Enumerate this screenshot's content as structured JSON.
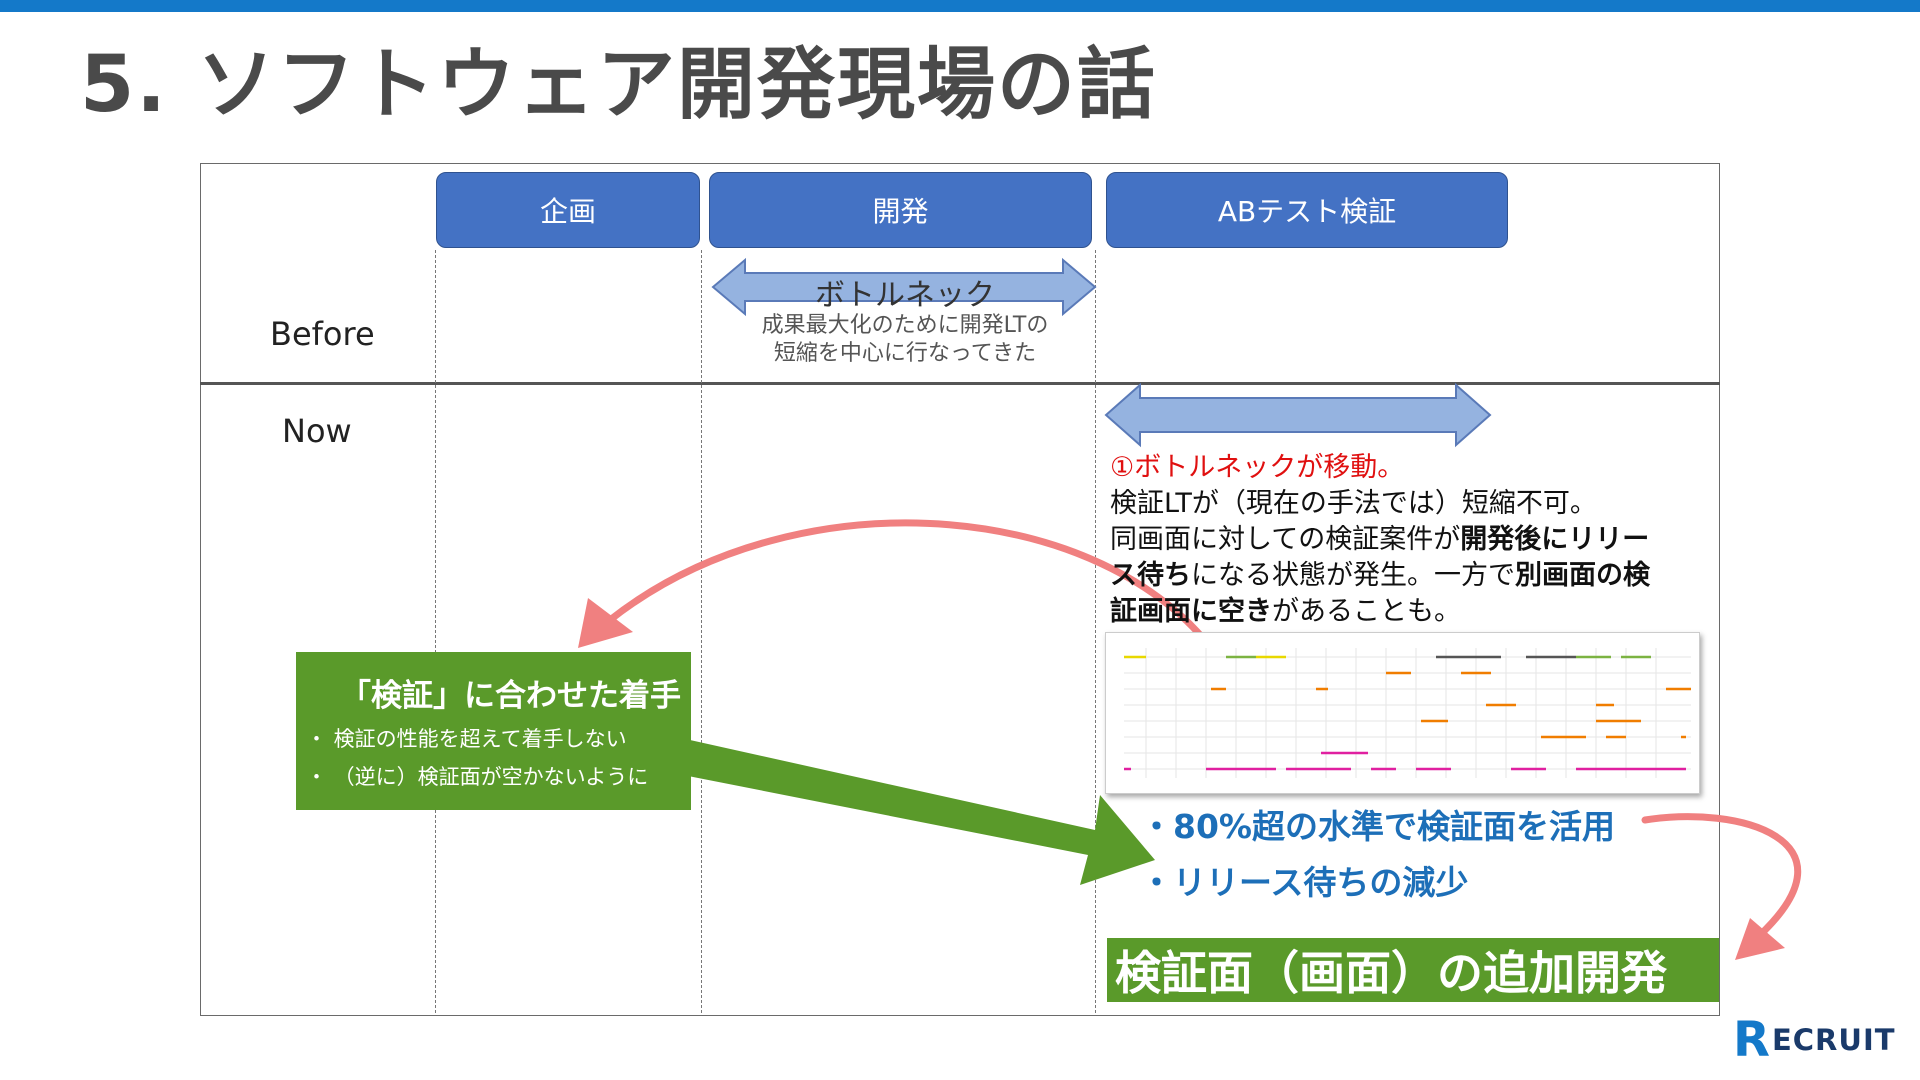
{
  "slide": {
    "title": "5. ソフトウェア開発現場の話"
  },
  "colors": {
    "accent_blue": "#1479c9",
    "phase_blue": "#4472c4",
    "arrow_blue": "#95b3e0",
    "green": "#5a9a2a",
    "red_text": "#e01010",
    "pink_arrow": "#f08080",
    "result_blue": "#1d6fb8"
  },
  "phases": [
    "企画",
    "開発",
    "ABテスト検証"
  ],
  "rows": {
    "before": "Before",
    "now": "Now"
  },
  "bottleneck_before": {
    "label": "ボトルネック",
    "note_line1": "成果最大化のために開発LTの",
    "note_line2": "短縮を中心に行なってきた"
  },
  "now_note": {
    "line1": "①ボトルネックが移動。",
    "line2": "検証LTが（現在の手法では）短縮不可。",
    "line3_a": "同画面に対しての検証案件が",
    "line3_b": "開発後にリリー",
    "line4_a": "ス待ち",
    "line4_b": "になる状態が発生。一方で",
    "line4_c": "別画面の検",
    "line5_a": "証画面に空き",
    "line5_b": "があることも。"
  },
  "action_box": {
    "title": "「検証」に合わせた着手",
    "bullet1": "・ 検証の性能を超えて着手しない",
    "bullet2": "・ （逆に）検証面が空かないように"
  },
  "results": [
    "・80%超の水準で検証面を活用",
    "・リリース待ちの減少"
  ],
  "banner": "検証面（画面）の追加開発",
  "logo": {
    "mark": "R",
    "text": "ECRUIT"
  }
}
